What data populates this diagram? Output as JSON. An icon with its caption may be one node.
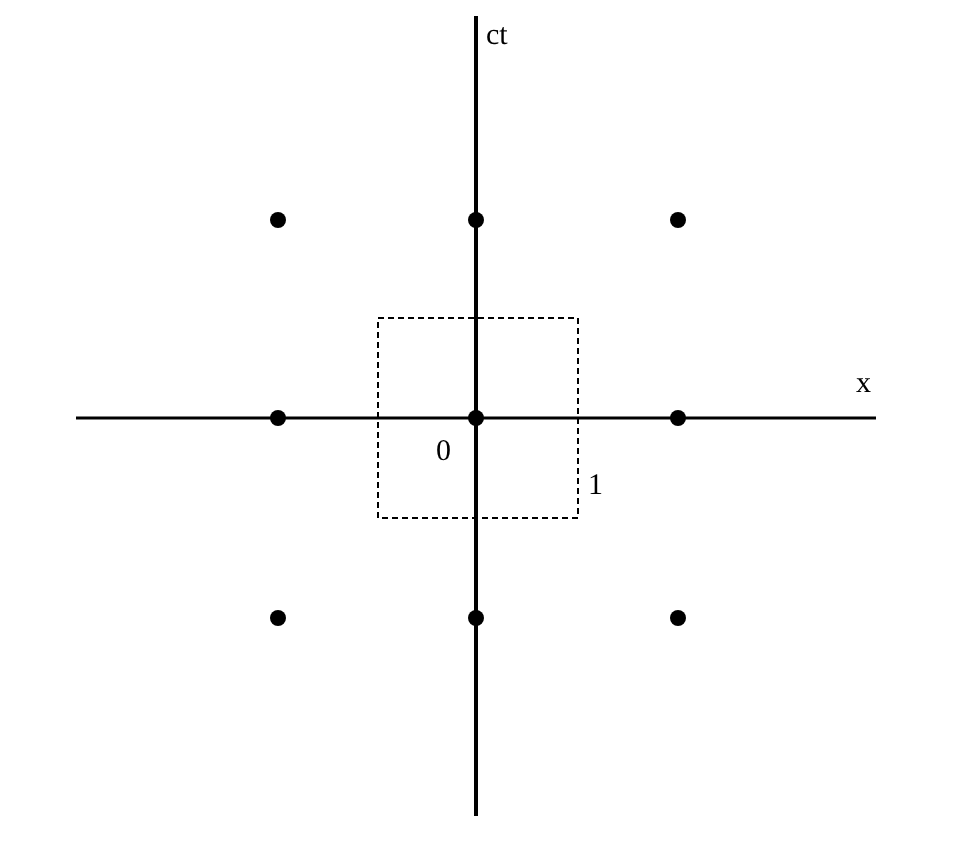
{
  "diagram": {
    "labels": [
      "ct",
      "x",
      "0",
      "1"
    ]
  }
}
